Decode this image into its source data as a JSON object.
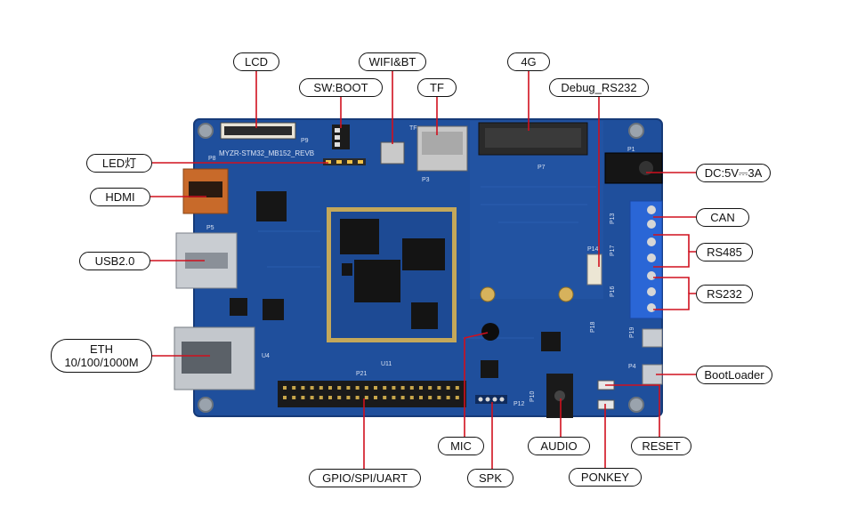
{
  "board": {
    "silkscreen_title": "MYZR-STM32_MB152_REVB",
    "colors": {
      "pcb": "#1f4f9c",
      "pcb_dark": "#173d7d",
      "leader": "#d0101e",
      "label_border": "#111111",
      "terminal_block": "#2a66d6"
    },
    "refs": {
      "p9": "P9",
      "p8": "P8",
      "p3": "P3",
      "p5": "P5",
      "p7": "P7",
      "p1": "P1",
      "p13": "P13",
      "p17": "P17",
      "p16": "P16",
      "p14": "P14",
      "p18": "P18",
      "p19": "P19",
      "p4": "P4",
      "p10": "P10",
      "p12": "P12",
      "p21": "P21",
      "u4": "U4",
      "u11": "U11",
      "tf": "TF"
    }
  },
  "callouts": {
    "lcd": "LCD",
    "wifi_bt": "WIFI&BT",
    "sw_boot": "SW:BOOT",
    "tf": "TF",
    "four_g": "4G",
    "debug_rs232": "Debug_RS232",
    "led": "LED灯",
    "hdmi": "HDMI",
    "usb2": "USB2.0",
    "eth_line1": "ETH",
    "eth_line2": "10/100/1000M",
    "dc": "DC:5V⎓3A",
    "can": "CAN",
    "rs485": "RS485",
    "rs232": "RS232",
    "bootloader": "BootLoader",
    "mic": "MIC",
    "audio": "AUDIO",
    "reset": "RESET",
    "spk": "SPK",
    "gpio": "GPIO/SPI/UART",
    "ponkey": "PONKEY"
  }
}
